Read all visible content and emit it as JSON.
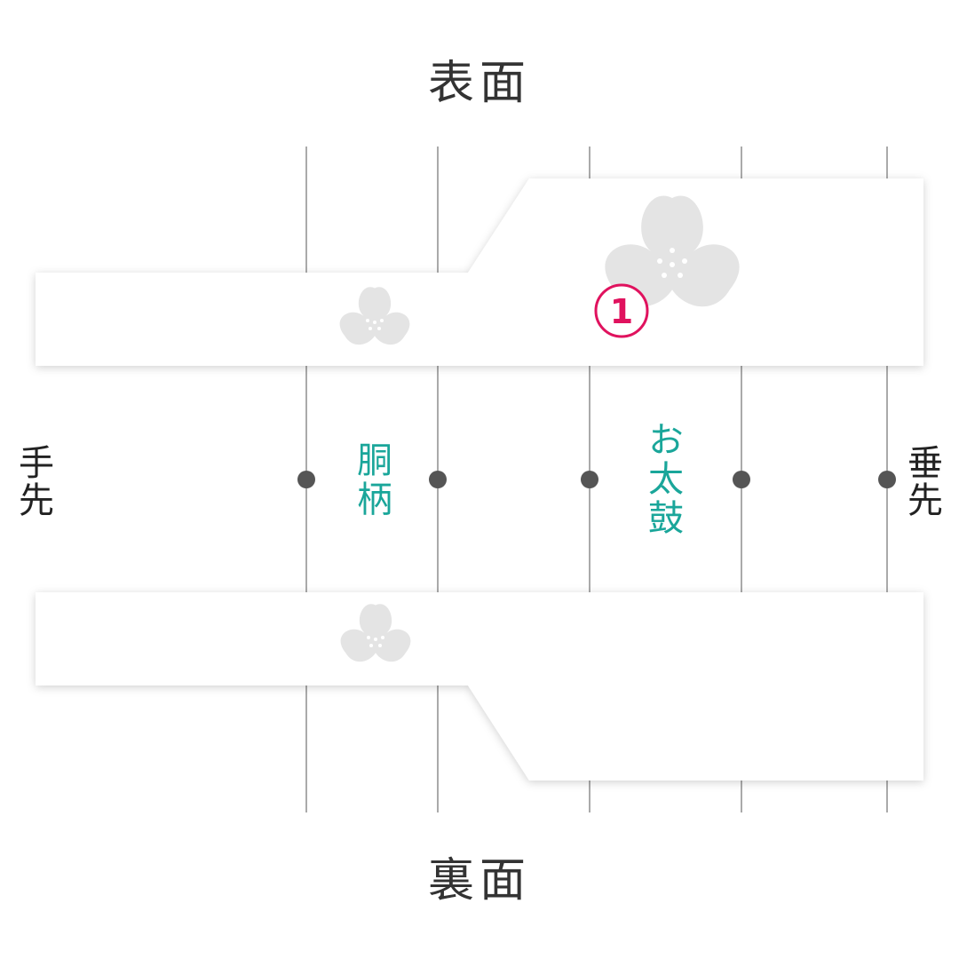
{
  "labels": {
    "front": "表面",
    "back": "裏面",
    "left_end": "手先",
    "right_end": "垂先",
    "zone_body": "胴柄",
    "zone_otaiko": "お太鼓",
    "marker": "1"
  },
  "colors": {
    "background": "#ffffff",
    "band_fill": "#ffffff",
    "divider_line": "#555555",
    "dot": "#555555",
    "flower": "#e4e4e4",
    "zone_text": "#1aa69a",
    "marker": "#e0125e",
    "title_text": "#333333",
    "side_text": "#222222"
  },
  "icons": {
    "flower": "sakura-icon",
    "marker": "circled-number-icon"
  }
}
